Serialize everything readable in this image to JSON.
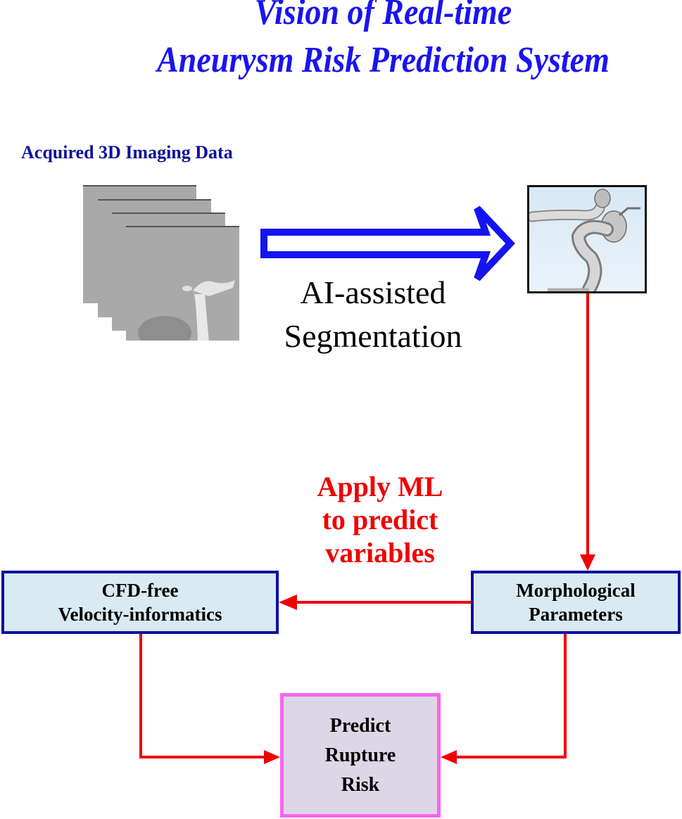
{
  "title": {
    "line1": "Vision of Real-time",
    "line2": "Aneurysm Risk Prediction System"
  },
  "imaging": {
    "label": "Acquired 3D Imaging Data",
    "slice_count": 4
  },
  "segmentation": {
    "line1": "AI-assisted",
    "line2": "Segmentation"
  },
  "ml_step": {
    "line1": "Apply ML",
    "line2": "to predict",
    "line3": "variables"
  },
  "boxes": {
    "cfd": {
      "line1": "CFD-free",
      "line2": "Velocity-informatics"
    },
    "morph": {
      "line1": "Morphological",
      "line2": "Parameters"
    },
    "risk": {
      "line1": "Predict",
      "line2": "Rupture",
      "line3": "Risk"
    }
  },
  "colors": {
    "title_blue": "#1a14f0",
    "label_navy": "#0a0f9a",
    "arrow_blue": "#1414f0",
    "arrow_red": "#f00000",
    "box_fill": "#daeaf2",
    "box_border": "#0a0fa0",
    "risk_fill": "#ddd6e6",
    "risk_border": "#f766f0"
  }
}
